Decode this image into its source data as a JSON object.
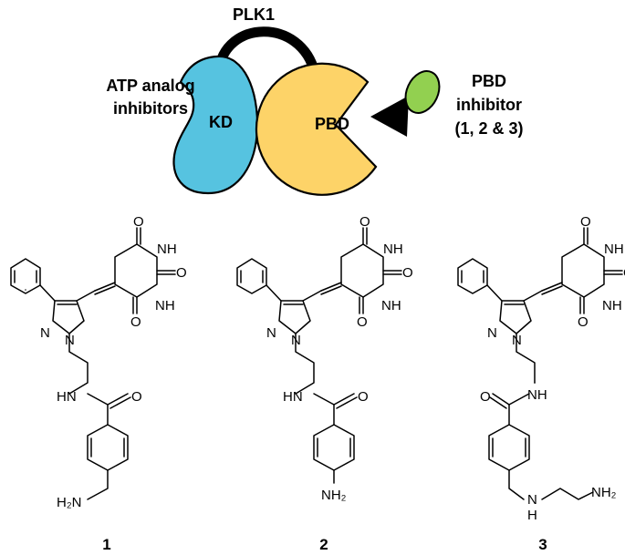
{
  "diagram": {
    "protein_label": "PLK1",
    "kd_label": "KD",
    "pbd_label": "PBD",
    "atp_label_line1": "ATP analog",
    "atp_label_line2": "inhibitors",
    "pbd_inhibitor_line1": "PBD",
    "pbd_inhibitor_line2": "inhibitor",
    "pbd_inhibitor_line3": "(1, 2 & 3)",
    "colors": {
      "kd_fill": "#56C3E0",
      "pbd_fill": "#FDD368",
      "inhibitor_fill": "#92D050",
      "linker": "#000000"
    }
  },
  "compounds": [
    {
      "number": "1",
      "atoms": {
        "n": "N",
        "n2": "N",
        "o1": "O",
        "o2": "O",
        "o3": "O",
        "nh1": "NH",
        "nh2": "NH",
        "amide_nh": "HN",
        "amide_o": "O",
        "tail": "H₂N"
      }
    },
    {
      "number": "2",
      "atoms": {
        "n": "N",
        "n2": "N",
        "o1": "O",
        "o2": "O",
        "o3": "O",
        "nh1": "NH",
        "nh2": "NH",
        "amide_nh": "HN",
        "amide_o": "O",
        "tail": "NH₂"
      }
    },
    {
      "number": "3",
      "atoms": {
        "n": "N",
        "n2": "N",
        "o1": "O",
        "o2": "O",
        "o3": "O",
        "nh1": "NH",
        "nh2": "NH",
        "amide_nh": "NH",
        "amide_o": "O",
        "tail_nh": "N",
        "tail_h": "H",
        "tail": "NH₂"
      }
    }
  ]
}
